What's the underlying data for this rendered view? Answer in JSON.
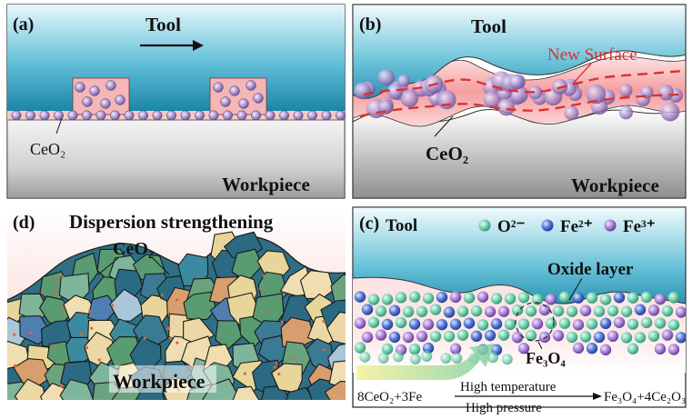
{
  "panel_a": {
    "label": "(a)",
    "tool": "Tool",
    "ceo2": "CeO₂",
    "workpiece": "Workpiece"
  },
  "panel_b": {
    "label": "(b)",
    "tool": "Tool",
    "new_surface": "New Surface",
    "ceo2": "CeO₂",
    "workpiece": "Workpiece"
  },
  "panel_c": {
    "label": "(c)",
    "tool": "Tool",
    "legend": [
      {
        "ion": "O²⁻",
        "color": "#5fc9a6"
      },
      {
        "ion": "Fe²⁺",
        "color": "#3f63cc"
      },
      {
        "ion": "Fe³⁺",
        "color": "#9a6ccf"
      }
    ],
    "oxide_layer": "Oxide layer",
    "fe3o4": "Fe₃O₄",
    "reaction": {
      "left": "8CeO₂+3Fe",
      "above": "High temperature",
      "below": "High pressure",
      "right": "Fe₃O₄+4Ce₂O₃"
    }
  },
  "panel_d": {
    "label": "(d)",
    "title": "Dispersion strengthening",
    "ceo2": "CeO₂",
    "workpiece": "Workpiece"
  },
  "colors": {
    "tool_top": "#e2f6fb",
    "tool_bottom": "#1c8fb0",
    "workpiece_light": "#ececec",
    "workpiece_dark": "#9a9a9a",
    "pink": "#f4a4a4",
    "particle": "#a58bc7",
    "new_surface": "#e03030"
  }
}
